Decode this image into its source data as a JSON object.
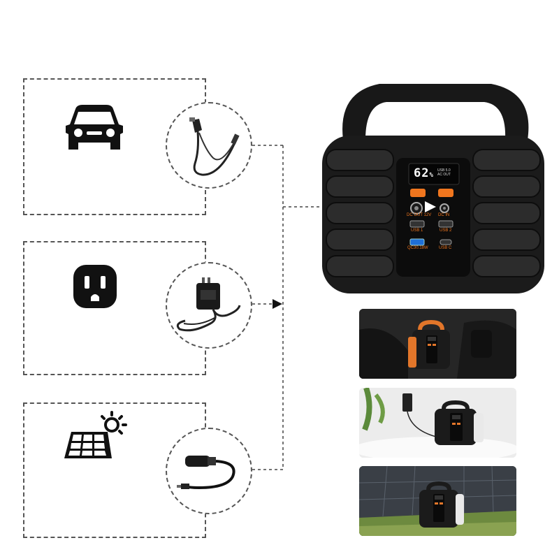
{
  "device": {
    "battery_level": "62",
    "battery_unit": "%",
    "display_badge_1": "USB 5.0",
    "display_badge_2": "AC OUT",
    "port_labels": {
      "dc_out": "DC OUT 12V",
      "dc_in": "DC IN",
      "usb1": "USB 1",
      "usb2": "USB 2",
      "qc": "QC30.18W",
      "usbc": "USB C"
    }
  },
  "sources": [
    {
      "icon": "car-icon",
      "cable": "car-charger-cable-icon"
    },
    {
      "icon": "wall-outlet-icon",
      "cable": "ac-adapter-icon"
    },
    {
      "icon": "solar-panel-icon",
      "cable": "solar-adapter-cable-icon"
    }
  ],
  "colors": {
    "accent": "#f0761e",
    "device_body": "#1b1b1b",
    "display_text": "#ffffff",
    "port_label": "#f0761e"
  }
}
